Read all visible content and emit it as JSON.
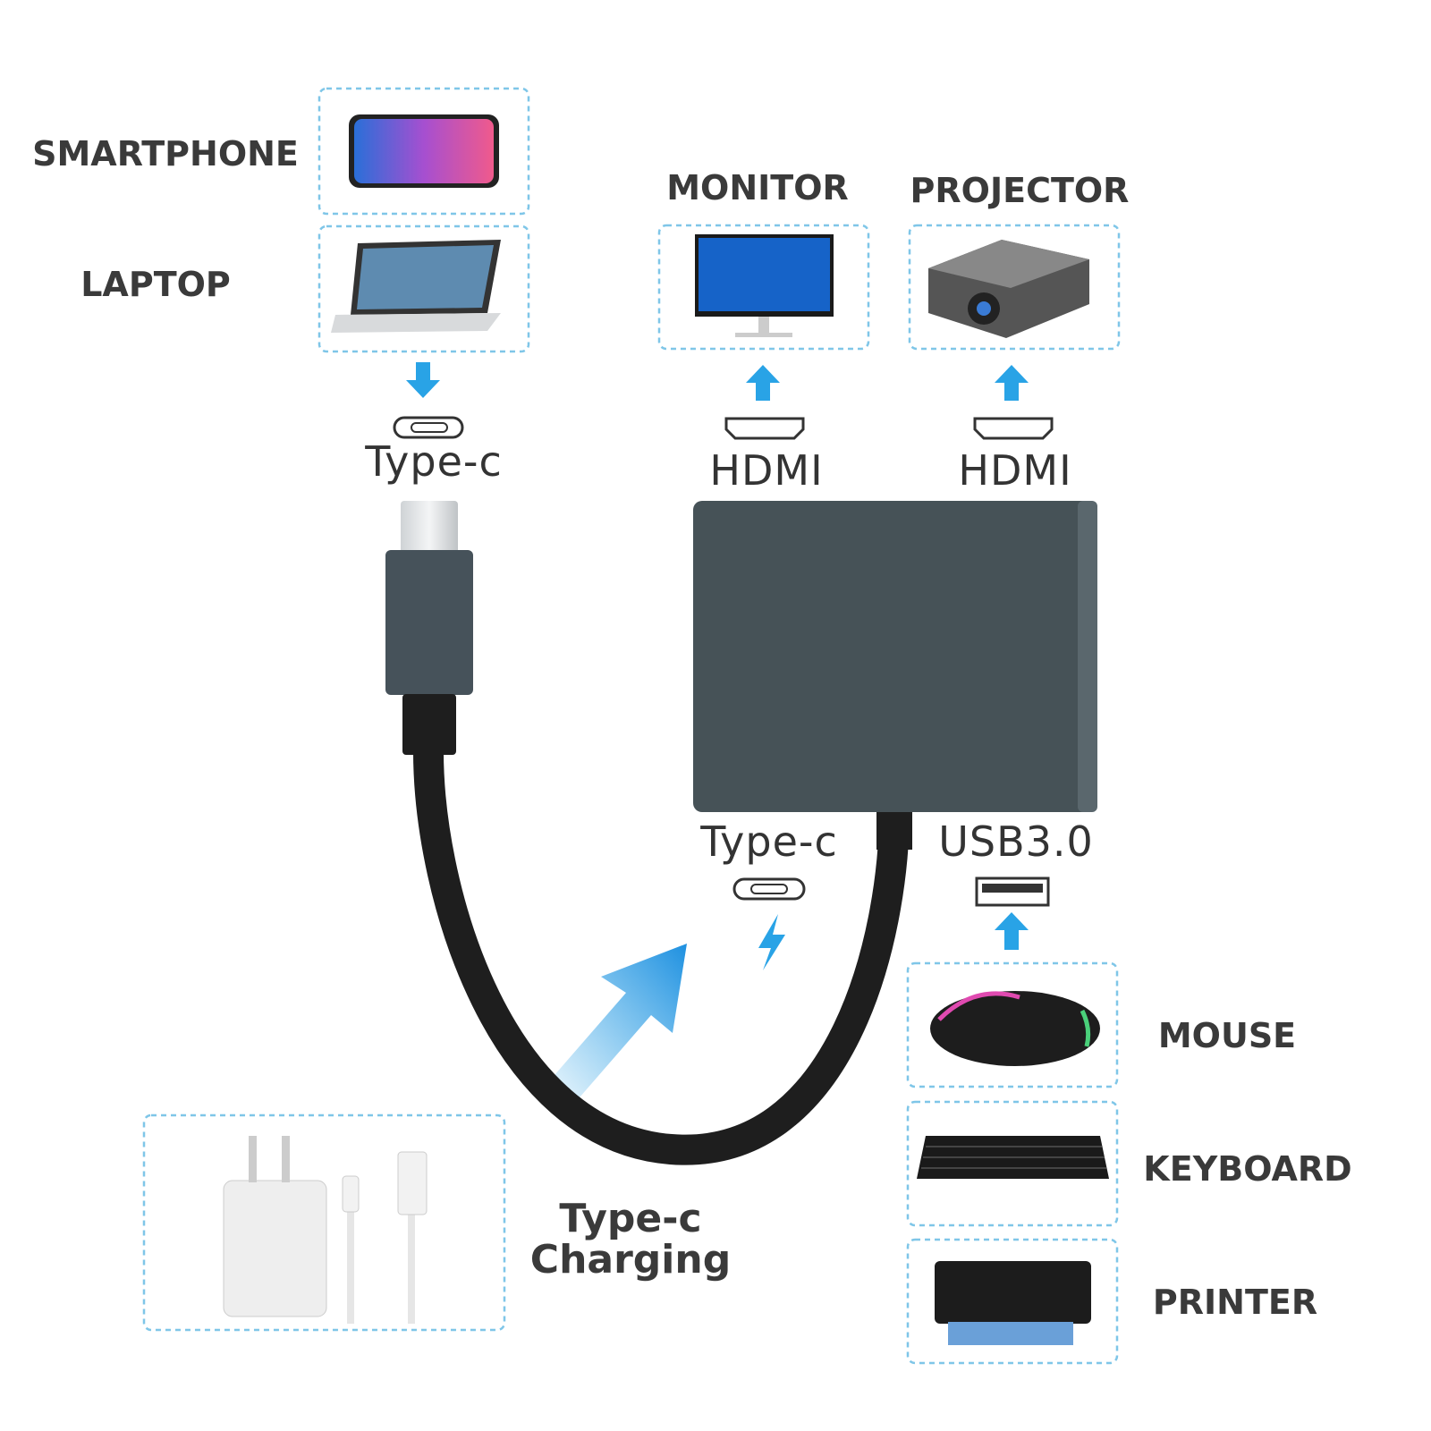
{
  "devices": {
    "smartphone": "SMARTPHONE",
    "laptop": "LAPTOP",
    "monitor": "MONITOR",
    "projector": "PROJECTOR",
    "mouse": "MOUSE",
    "keyboard": "KEYBOARD",
    "printer": "PRINTER"
  },
  "ports": {
    "input": "Type-c",
    "hdmi_1": "HDMI",
    "hdmi_2": "HDMI",
    "pd": "Type-c",
    "usb": "USB3.0"
  },
  "charging": {
    "line1": "Type-c",
    "line2": "Charging"
  },
  "colors": {
    "accent": "#29a3e6",
    "hub": "#465257",
    "cable": "#1e1e1e",
    "dashed_border": "#7fc6e8"
  }
}
